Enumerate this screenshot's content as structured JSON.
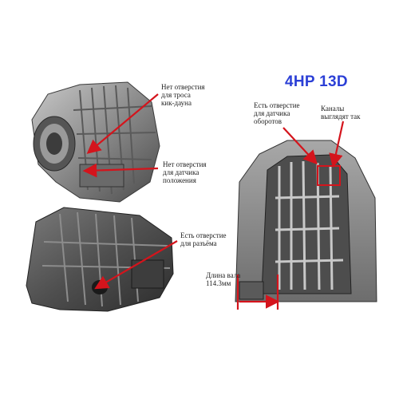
{
  "title": "4HP 13D",
  "colors": {
    "title": "#2b3fd6",
    "arrow": "#d4141c",
    "callout_box": "#d4141c"
  },
  "labels": {
    "no_kickdown_hole": [
      "Нет отверстия",
      "для троса",
      "кик-дауна"
    ],
    "no_position_sensor_hole": [
      "Нет отверстия",
      "для датчика",
      "положения"
    ],
    "has_connector_hole": [
      "Есть отверстие",
      "для разъёма"
    ],
    "has_speed_sensor_hole": [
      "Есть отверстие",
      "для датчика",
      "оборотов"
    ],
    "channels_look": [
      "Каналы",
      "выглядят так"
    ],
    "shaft_length": [
      "Длина вала",
      "114.3мм"
    ]
  },
  "photos": [
    {
      "name": "transmission-case-top-photo",
      "description_icon": "transmission-housing"
    },
    {
      "name": "transmission-case-bottom-photo",
      "description_icon": "transmission-housing"
    },
    {
      "name": "transmission-case-inside-photo",
      "description_icon": "valve-channels"
    }
  ]
}
